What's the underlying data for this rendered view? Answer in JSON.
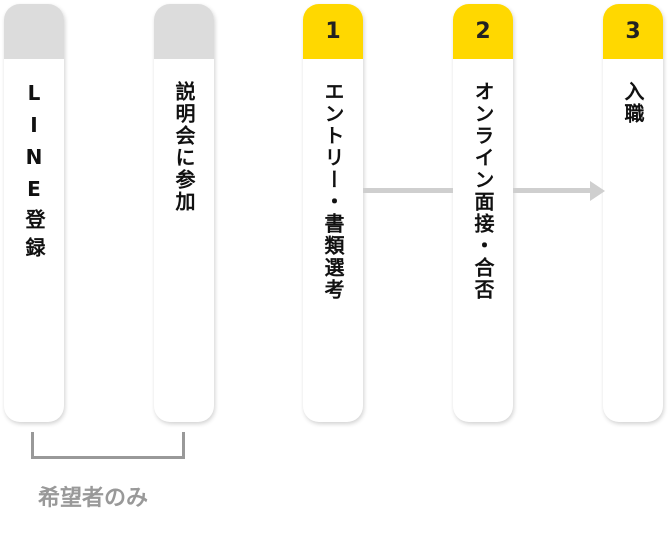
{
  "steps": [
    {
      "number": "",
      "label": "LINE登録",
      "header_color": "#dcdcdc"
    },
    {
      "number": "",
      "label": "説明会に参加",
      "header_color": "#dcdcdc"
    },
    {
      "number": "1",
      "label": "エントリー・書類選考",
      "header_color": "#ffd800"
    },
    {
      "number": "2",
      "label": "オンライン面接・合否",
      "header_color": "#ffd800"
    },
    {
      "number": "3",
      "label": "入職",
      "header_color": "#ffd800"
    }
  ],
  "optional_note": "希望者のみ"
}
